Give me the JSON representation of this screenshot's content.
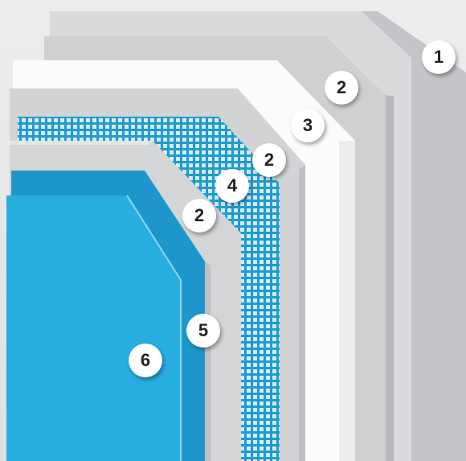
{
  "layers": [
    {
      "id": "layer-1",
      "marker_label": "1",
      "color": "#d7d8da"
    },
    {
      "id": "layer-2-outer",
      "marker_label": "2",
      "color": "#cfd0d2"
    },
    {
      "id": "layer-3",
      "marker_label": "3",
      "color": "#ffffff"
    },
    {
      "id": "layer-2-mid",
      "marker_label": "2",
      "color": "#d2d3d5"
    },
    {
      "id": "layer-4",
      "marker_label": "4",
      "color": "#1e9bd4"
    },
    {
      "id": "layer-2-inner",
      "marker_label": "2",
      "color": "#d4d5d7"
    },
    {
      "id": "layer-5",
      "marker_label": "5",
      "color": "#1e96cc"
    },
    {
      "id": "layer-6",
      "marker_label": "6",
      "color": "#27ade0"
    }
  ],
  "colors": {
    "background": "#e6e7e9",
    "mesh": "#1e9bd4",
    "board_face": "#27ade0",
    "board_edge": "#1e96cc"
  }
}
